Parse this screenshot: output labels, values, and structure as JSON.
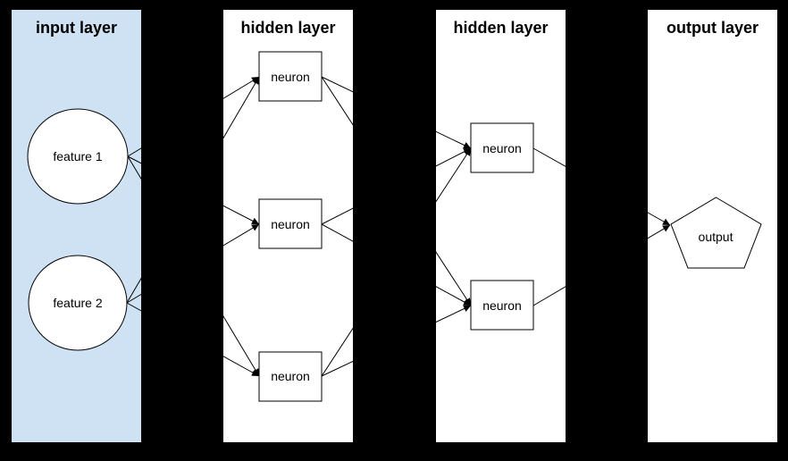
{
  "layers": [
    {
      "title": "input layer",
      "nodes": [
        "feature 1",
        "feature 2"
      ]
    },
    {
      "title": "hidden layer",
      "nodes": [
        "neuron",
        "neuron",
        "neuron"
      ]
    },
    {
      "title": "hidden layer",
      "nodes": [
        "neuron",
        "neuron"
      ]
    },
    {
      "title": "output layer",
      "nodes": [
        "output"
      ]
    }
  ],
  "colors": {
    "background": "#000000",
    "input_panel_fill": "#cfe2f3",
    "panel_fill": "#ffffff",
    "node_fill": "#ffffff",
    "line": "#000000"
  }
}
